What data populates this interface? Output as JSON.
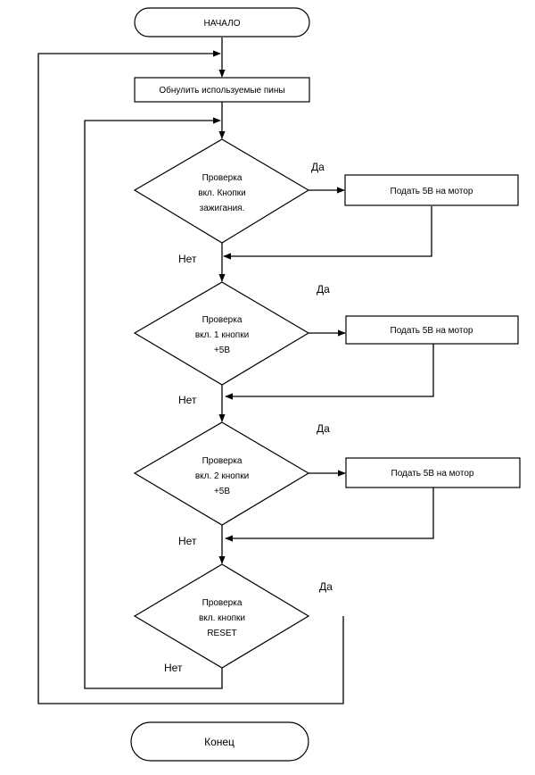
{
  "start": {
    "label": "НАЧАЛО"
  },
  "reset_pins": {
    "label": "Обнулить используемые пины"
  },
  "decisions": [
    {
      "lines": [
        "Проверка",
        "вкл. Кнопки",
        "зажигания."
      ],
      "yes_label": "Да",
      "no_label": "Нет",
      "action": "Подать 5В на мотор"
    },
    {
      "lines": [
        "Проверка",
        "вкл. 1 кнопки",
        "+5В"
      ],
      "yes_label": "Да",
      "no_label": "Нет",
      "action": "Подать 5В на мотор"
    },
    {
      "lines": [
        "Проверка",
        "вкл. 2 кнопки",
        "+5В"
      ],
      "yes_label": "Да",
      "no_label": "Нет",
      "action": "Подать 5В на мотор"
    },
    {
      "lines": [
        "Проверка",
        "вкл. кнопки",
        "RESET"
      ],
      "yes_label": "Да",
      "no_label": "Нет"
    }
  ],
  "end": {
    "label": "Конец"
  },
  "colors": {
    "stroke": "#000000",
    "fill": "#ffffff"
  }
}
